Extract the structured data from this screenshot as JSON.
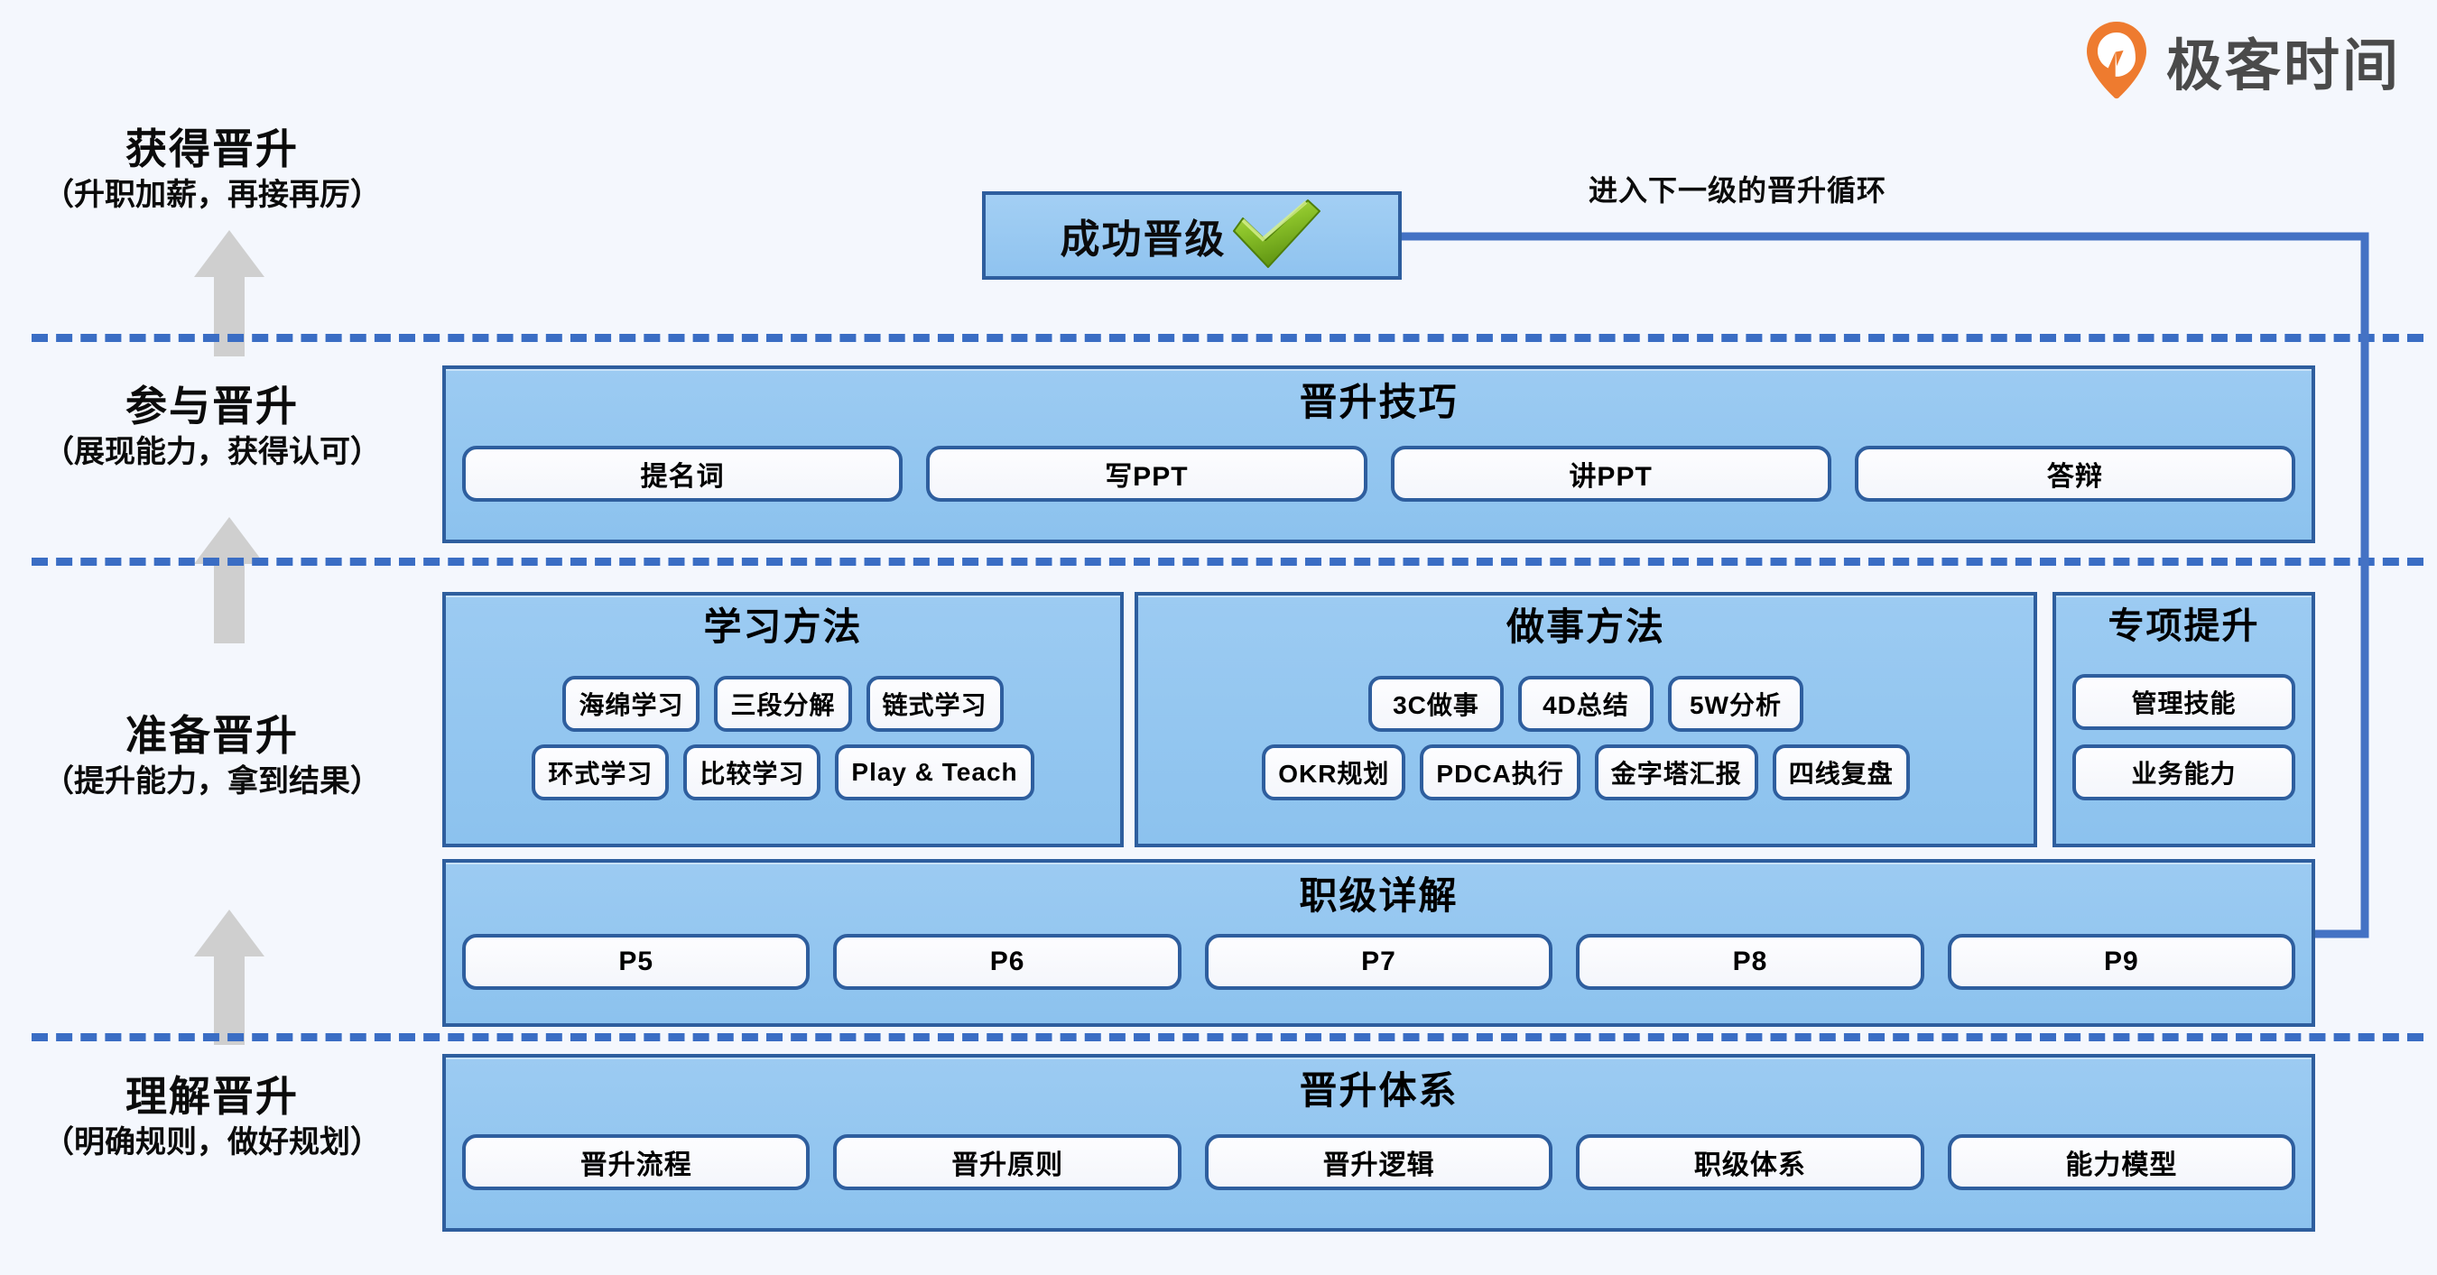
{
  "brand": {
    "name": "极客时间",
    "logo_icon": "orange-pin-icon",
    "logo_color": "#EE7B2F"
  },
  "colors": {
    "background": "#F4F7FD",
    "group_fill": "#8FC3EF",
    "group_border": "#2E5E9E",
    "chip_fill": "#F7F8FC",
    "dashed_line": "#3A6DC4",
    "loop_line": "#4472C4",
    "arrow_gray": "#CFCFCF",
    "check_green": "#7FBF26"
  },
  "stages": [
    {
      "title": "获得晋升",
      "sub": "（升职加薪，再接再厉）"
    },
    {
      "title": "参与晋升",
      "sub": "（展现能力，获得认可）"
    },
    {
      "title": "准备晋升",
      "sub": "（提升能力，拿到结果）"
    },
    {
      "title": "理解晋升",
      "sub": "（明确规则，做好规划）"
    }
  ],
  "success": {
    "label": "成功晋级",
    "icon": "green-check-icon"
  },
  "loop": {
    "label": "进入下一级的晋升循环"
  },
  "groups": {
    "skills": {
      "title": "晋升技巧",
      "items": [
        "提名词",
        "写PPT",
        "讲PPT",
        "答辩"
      ]
    },
    "study": {
      "title": "学习方法",
      "row1": [
        "海绵学习",
        "三段分解",
        "链式学习"
      ],
      "row2": [
        "环式学习",
        "比较学习",
        "Play & Teach"
      ]
    },
    "doing": {
      "title": "做事方法",
      "row1": [
        "3C做事",
        "4D总结",
        "5W分析"
      ],
      "row2": [
        "OKR规划",
        "PDCA执行",
        "金字塔汇报",
        "四线复盘"
      ]
    },
    "special": {
      "title": "专项提升",
      "items": [
        "管理技能",
        "业务能力"
      ]
    },
    "levels": {
      "title": "职级详解",
      "items": [
        "P5",
        "P6",
        "P7",
        "P8",
        "P9"
      ]
    },
    "system": {
      "title": "晋升体系",
      "items": [
        "晋升流程",
        "晋升原则",
        "晋升逻辑",
        "职级体系",
        "能力模型"
      ]
    }
  }
}
